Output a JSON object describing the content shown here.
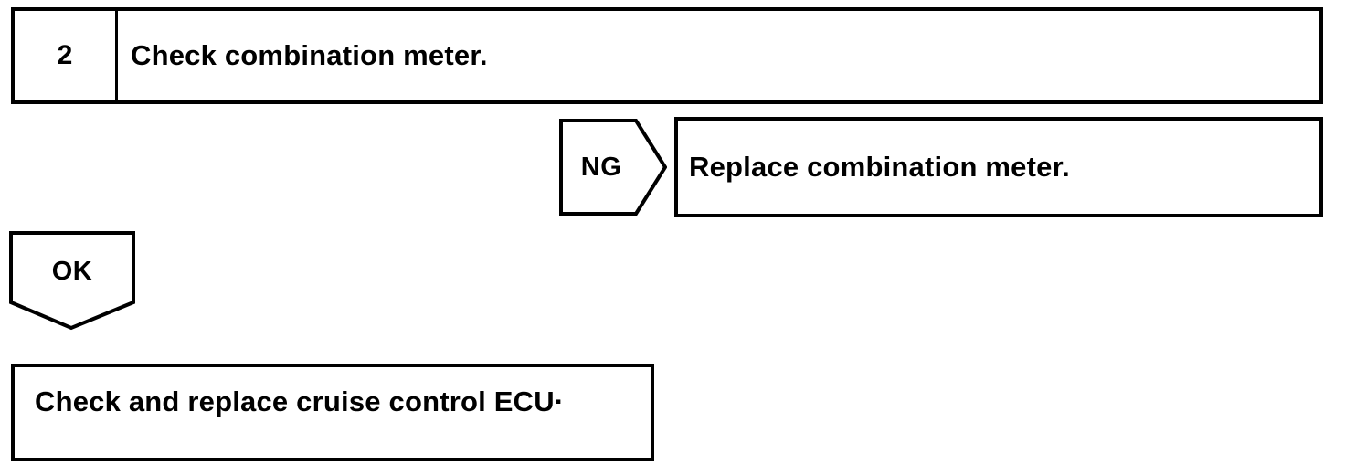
{
  "step": {
    "number": "2",
    "instruction": "Check combination meter."
  },
  "ng_branch": {
    "connector_label": "NG",
    "action": "Replace combination meter."
  },
  "ok_branch": {
    "connector_label": "OK",
    "action": "Check and replace cruise control ECU·"
  },
  "colors": {
    "line": "#000000",
    "background": "#ffffff",
    "text": "#000000"
  }
}
